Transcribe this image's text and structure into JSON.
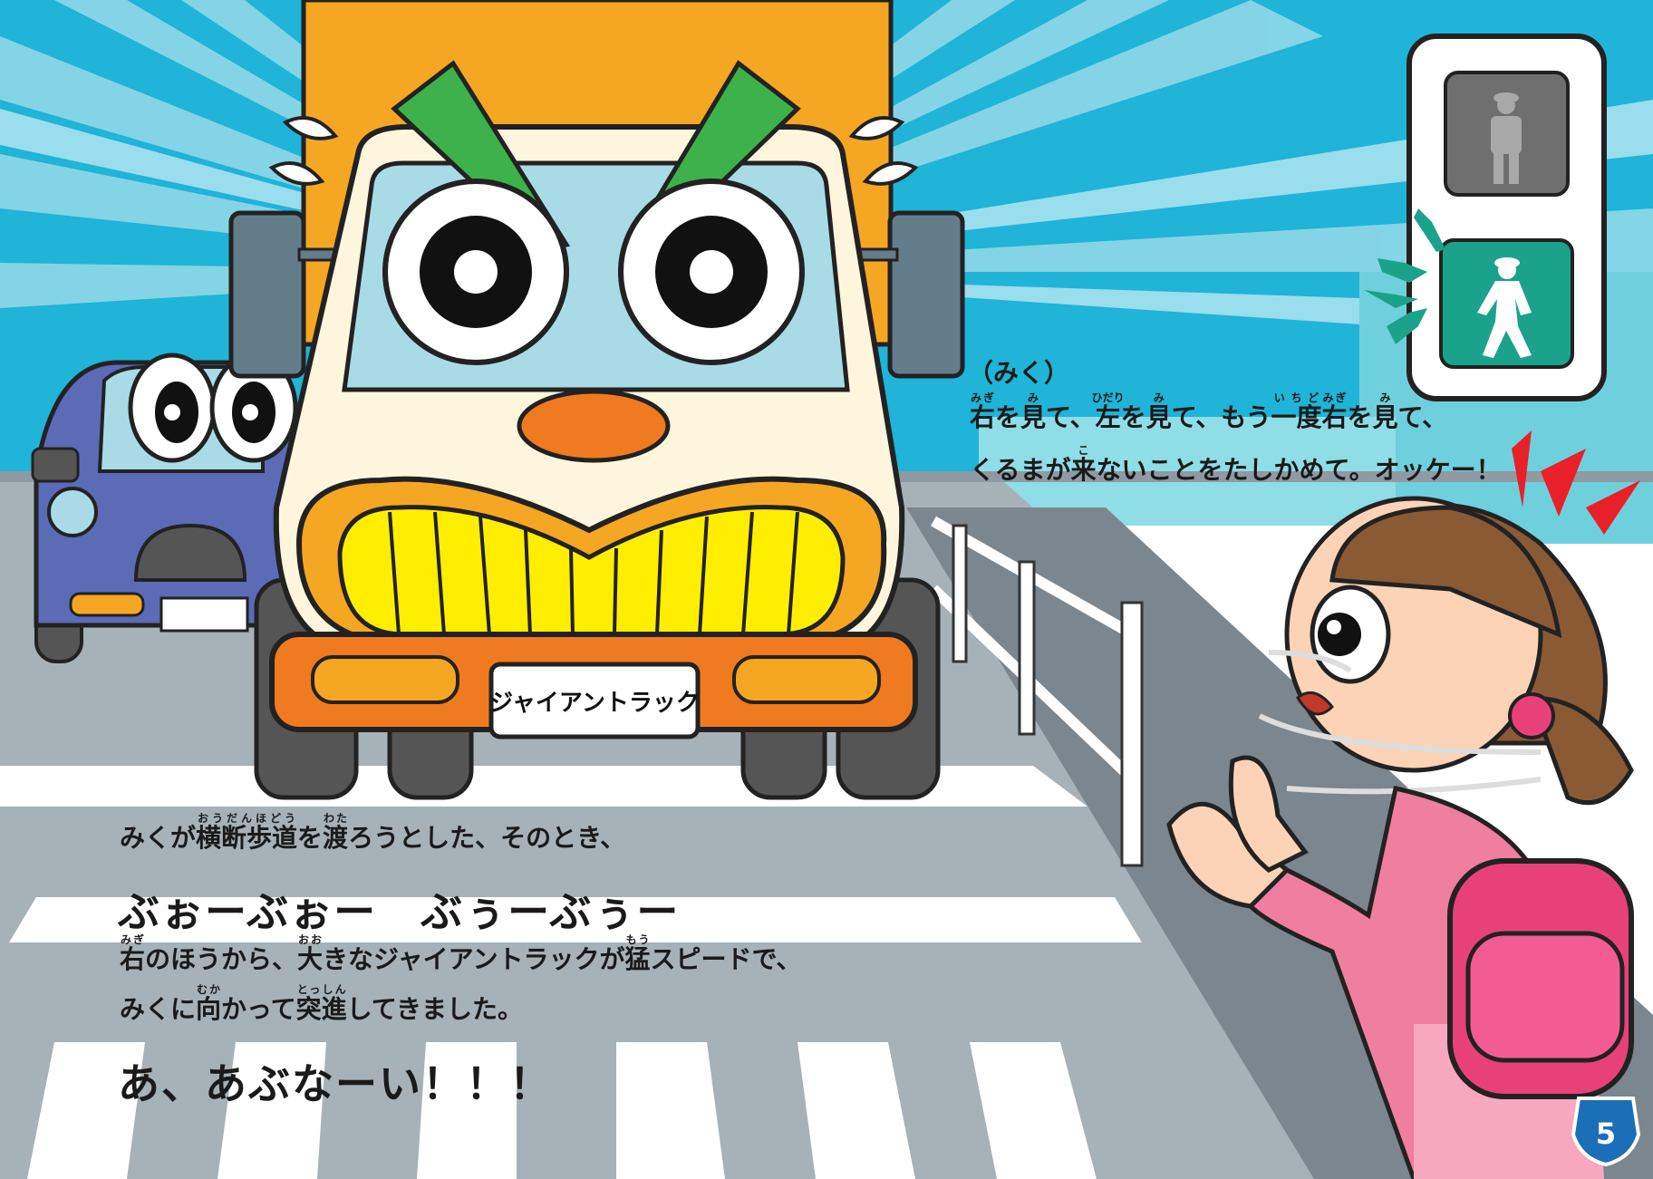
{
  "page_number": "5",
  "license_plate": "ジャイアントラック",
  "dialogue": {
    "speaker": "（みく）",
    "line1": [
      {
        "base": "右",
        "ruby": "みぎ"
      },
      {
        "text": "を"
      },
      {
        "base": "見",
        "ruby": "み"
      },
      {
        "text": "て、"
      },
      {
        "base": "左",
        "ruby": "ひだり"
      },
      {
        "text": "を"
      },
      {
        "base": "見",
        "ruby": "み"
      },
      {
        "text": "て、もう"
      },
      {
        "base": "一度",
        "ruby": "いちど"
      },
      {
        "base": "右",
        "ruby": "みぎ"
      },
      {
        "text": "を"
      },
      {
        "base": "見",
        "ruby": "み"
      },
      {
        "text": "て、"
      }
    ],
    "line2": [
      {
        "text": "くるまが"
      },
      {
        "base": "来",
        "ruby": "こ"
      },
      {
        "text": "ないことをたしかめて。オッケー！"
      }
    ]
  },
  "narration": {
    "line1": [
      {
        "text": "みくが"
      },
      {
        "base": "横断歩道",
        "ruby": "おうだんほどう"
      },
      {
        "text": "を"
      },
      {
        "base": "渡",
        "ruby": "わた"
      },
      {
        "text": "ろうとした、そのとき、"
      }
    ],
    "sound": "ぶぉーぶぉー　ぶぅーぶぅー",
    "line2": [
      {
        "base": "右",
        "ruby": "みぎ"
      },
      {
        "text": "のほうから、"
      },
      {
        "base": "大",
        "ruby": "おお"
      },
      {
        "text": "きなジャイアントラックが"
      },
      {
        "base": "猛",
        "ruby": "もう"
      },
      {
        "text": "スピードで、"
      }
    ],
    "line3": [
      {
        "text": "みくに"
      },
      {
        "base": "向",
        "ruby": "むか"
      },
      {
        "text": "かって"
      },
      {
        "base": "突進",
        "ruby": "とっしん"
      },
      {
        "text": "してきました。"
      }
    ],
    "exclaim": "あ、あぶなーい！！！"
  },
  "colors": {
    "sky": "#1fb4d8",
    "truck_cargo": "#f5a623",
    "truck_body": "#fdf6dc",
    "brows": "#3db24a",
    "signal_green": "#1aa38a",
    "car_blue": "#5b6bb5",
    "backpack": "#e8417a",
    "warning_red": "#e8202a"
  },
  "icons": [
    "pedestrian-signal-stop-icon",
    "pedestrian-signal-walk-icon",
    "page-number-badge"
  ]
}
